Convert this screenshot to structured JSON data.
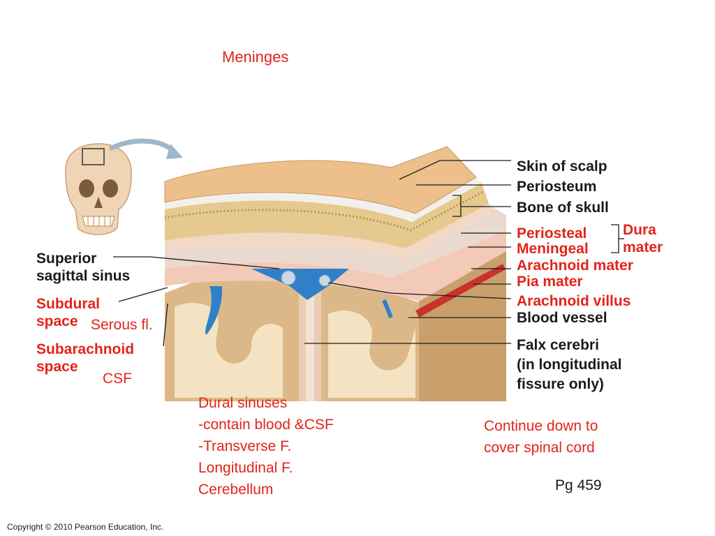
{
  "title": "Meninges",
  "labels_right": {
    "skin_of_scalp": "Skin of scalp",
    "periosteum": "Periosteum",
    "bone_of_skull": "Bone of skull",
    "periosteal": "Periosteal",
    "meningeal": "Meningeal",
    "dura_line1": "Dura",
    "dura_line2": "mater",
    "arachnoid_mater": "Arachnoid mater",
    "pia_mater": "Pia mater",
    "arachnoid_villus": "Arachnoid villus",
    "blood_vessel": "Blood vessel",
    "falx_line1": "Falx cerebri",
    "falx_line2": "(in longitudinal",
    "falx_line3": "fissure only)"
  },
  "labels_left": {
    "superior_line1": "Superior",
    "superior_line2": "sagittal sinus",
    "subdural_line1": "Subdural",
    "subdural_line2": "space",
    "serous": "Serous fl.",
    "subarachnoid_line1": "Subarachnoid",
    "subarachnoid_line2": "space",
    "csf": "CSF"
  },
  "notes": {
    "dural_sinuses": [
      "Dural sinuses",
      "-contain blood &CSF",
      "-Transverse F.",
      "Longitudinal F.",
      "Cerebellum"
    ],
    "continue": [
      "Continue down to",
      "cover spinal cord"
    ],
    "page": "Pg 459"
  },
  "copyright": "Copyright © 2010 Pearson Education, Inc.",
  "colors": {
    "accent_red": "#e3231b",
    "text_black": "#1a1a1a",
    "skin": "#e9b985",
    "bone": "#e8cf9b",
    "brain": "#d7b07a",
    "sinus_blue": "#2f80c9"
  }
}
